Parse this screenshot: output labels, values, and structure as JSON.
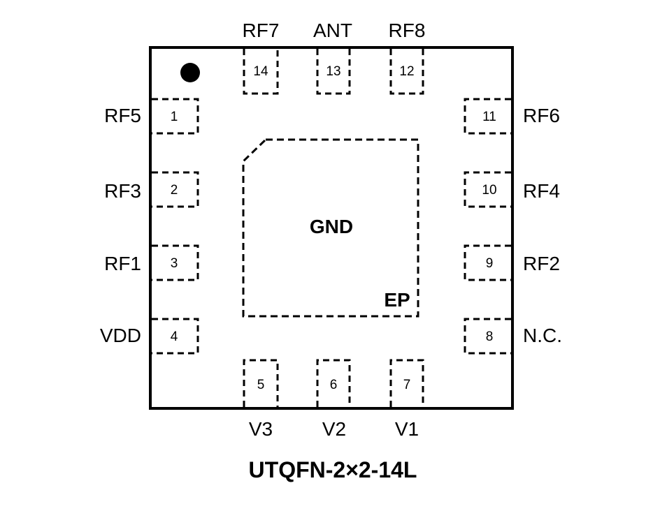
{
  "package": {
    "title": "UTQFN-2×2-14L",
    "center_pad_label": "GND",
    "exposed_pad_label": "EP",
    "pin1_marker": "pin-1-dot"
  },
  "pins": {
    "left": [
      {
        "number": "1",
        "name": "RF5"
      },
      {
        "number": "2",
        "name": "RF3"
      },
      {
        "number": "3",
        "name": "RF1"
      },
      {
        "number": "4",
        "name": "VDD"
      }
    ],
    "bottom": [
      {
        "number": "5",
        "name": "V3"
      },
      {
        "number": "6",
        "name": "V2"
      },
      {
        "number": "7",
        "name": "V1"
      }
    ],
    "right": [
      {
        "number": "8",
        "name": "N.C."
      },
      {
        "number": "9",
        "name": "RF2"
      },
      {
        "number": "10",
        "name": "RF4"
      },
      {
        "number": "11",
        "name": "RF6"
      }
    ],
    "top": [
      {
        "number": "12",
        "name": "RF8"
      },
      {
        "number": "13",
        "name": "ANT"
      },
      {
        "number": "14",
        "name": "RF7"
      }
    ]
  }
}
